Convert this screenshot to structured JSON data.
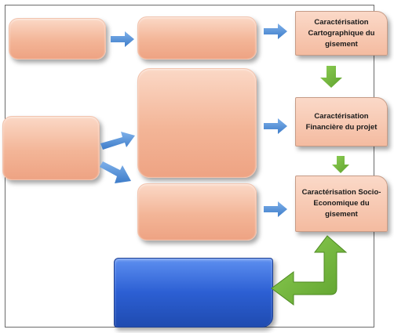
{
  "labels": {
    "cartographique": [
      "Caractérisation",
      "Cartographique du",
      "gisement"
    ],
    "financiere": [
      "Caractérisation",
      "Financière du projet"
    ],
    "socio": [
      "Caractérisation Socio-",
      "Economique du",
      "gisement"
    ]
  },
  "colors": {
    "salmon_box": "#f3b597",
    "blue_box": "#2c5fd3",
    "blue_arrow": "#4f8fd6",
    "green_arrow": "#6fb43a"
  }
}
